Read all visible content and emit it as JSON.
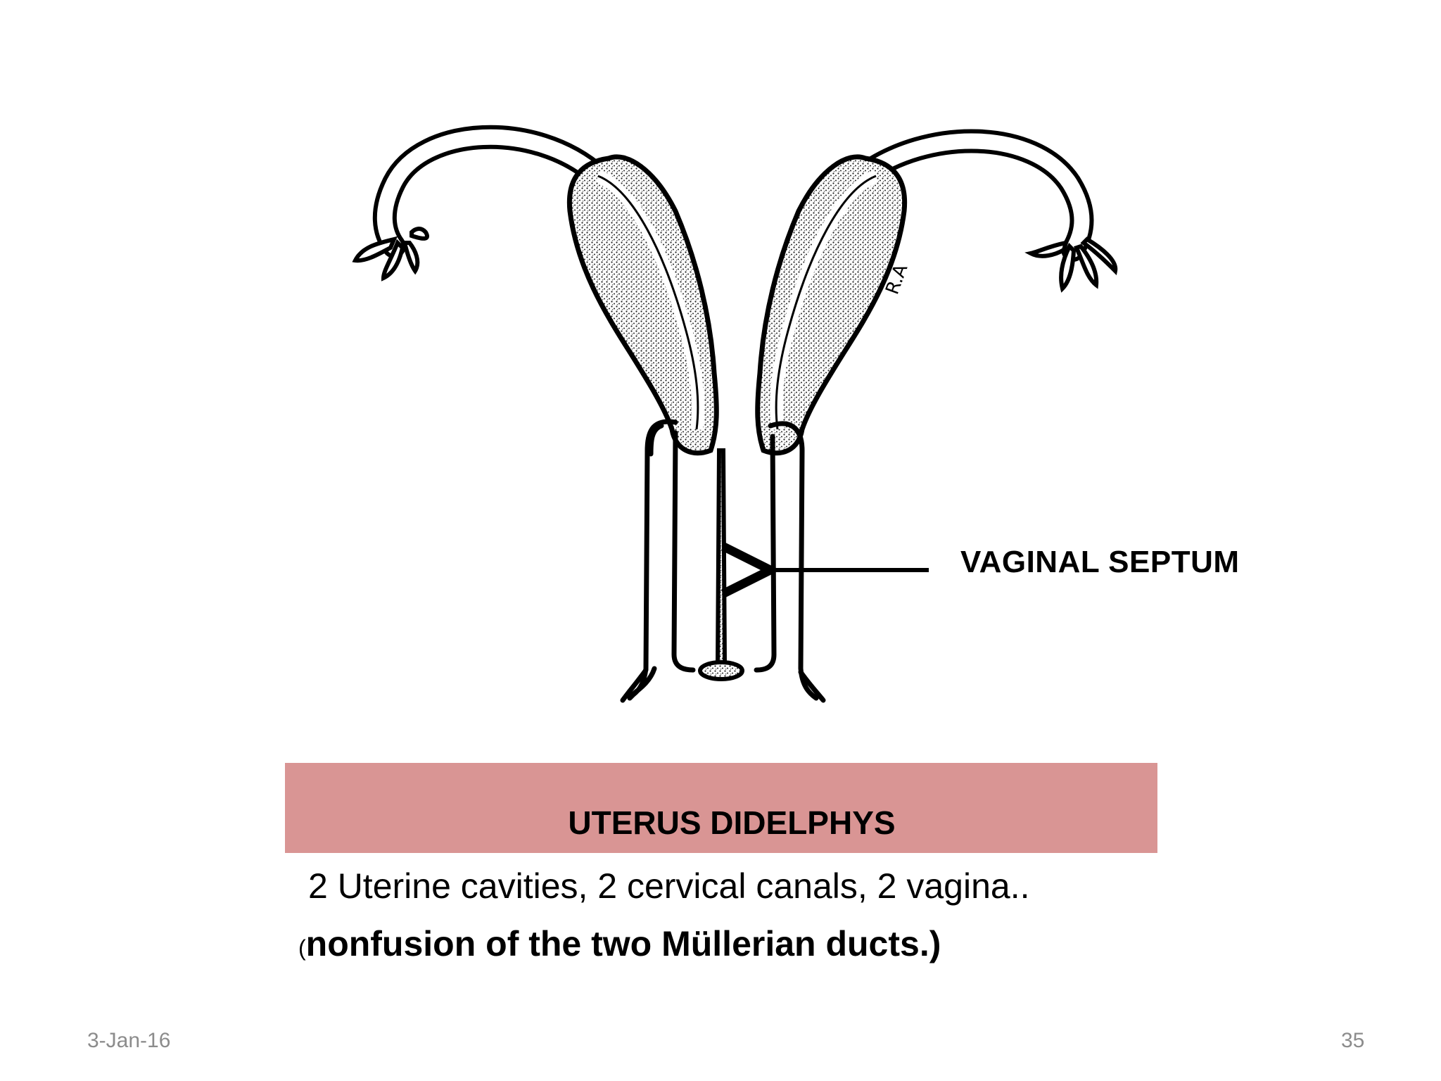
{
  "diagram": {
    "callout_label": "VAGINAL SEPTUM"
  },
  "title_bar": {
    "title": "UTERUS DIDELPHYS",
    "color": "#d99594"
  },
  "description": "2 Uterine cavities, 2 cervical canals, 2 vagina..",
  "note": {
    "open_paren": "(",
    "text": "nonfusion of the two Müllerian ducts.)"
  },
  "footer": {
    "date": "3-Jan-16",
    "page_number": "35"
  }
}
